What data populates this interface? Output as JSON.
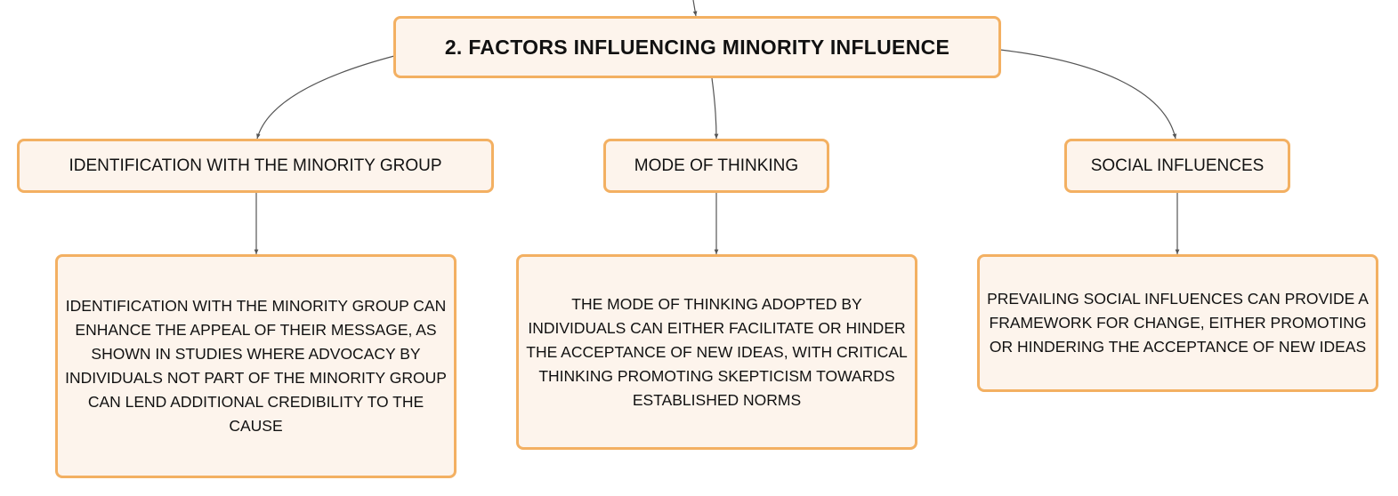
{
  "root": {
    "label": "2. FACTORS INFLUENCING MINORITY INFLUENCE"
  },
  "branches": [
    {
      "label": "IDENTIFICATION WITH THE MINORITY GROUP",
      "detail": "IDENTIFICATION WITH THE MINORITY GROUP CAN ENHANCE THE APPEAL OF THEIR MESSAGE, AS SHOWN IN STUDIES WHERE ADVOCACY BY INDIVIDUALS NOT PART OF THE MINORITY GROUP CAN LEND ADDITIONAL CREDIBILITY TO THE CAUSE"
    },
    {
      "label": "MODE OF THINKING",
      "detail": "THE MODE OF THINKING ADOPTED BY INDIVIDUALS CAN EITHER FACILITATE OR HINDER THE ACCEPTANCE OF NEW IDEAS, WITH CRITICAL THINKING PROMOTING SKEPTICISM TOWARDS ESTABLISHED NORMS"
    },
    {
      "label": "SOCIAL INFLUENCES",
      "detail": "PREVAILING SOCIAL INFLUENCES CAN PROVIDE A FRAMEWORK FOR CHANGE, EITHER PROMOTING OR HINDERING THE ACCEPTANCE OF NEW IDEAS"
    }
  ],
  "colors": {
    "node_fill": "#fdf4ec",
    "node_border": "#f3b062",
    "connector": "#555555",
    "text": "#111111"
  }
}
